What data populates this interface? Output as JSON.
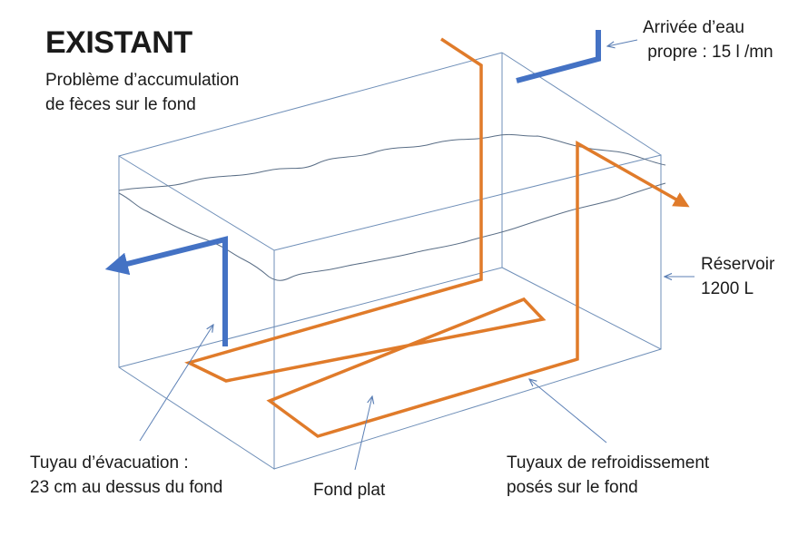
{
  "title": "EXISTANT",
  "problem": {
    "line1": "Problème d’accumulation",
    "line2": "de fèces sur le fond"
  },
  "inlet": {
    "line1": "Arrivée d’eau",
    "line2": " propre : 15 l /mn"
  },
  "tank": {
    "line1": "Réservoir",
    "line2": "1200 L"
  },
  "drain": {
    "line1": "Tuyau d’évacuation :",
    "line2": "23 cm au dessus du fond"
  },
  "floor": {
    "label": "Fond plat"
  },
  "cooling": {
    "line1": "Tuyaux de refroidissement",
    "line2": "posés sur le fond"
  },
  "colors": {
    "tank_edges": "#6f8fb8",
    "water_surface": "#5a6e86",
    "cooling_pipe": "#e07b2a",
    "water_pipe": "#4472c4",
    "callout": "#5b7fb5"
  }
}
